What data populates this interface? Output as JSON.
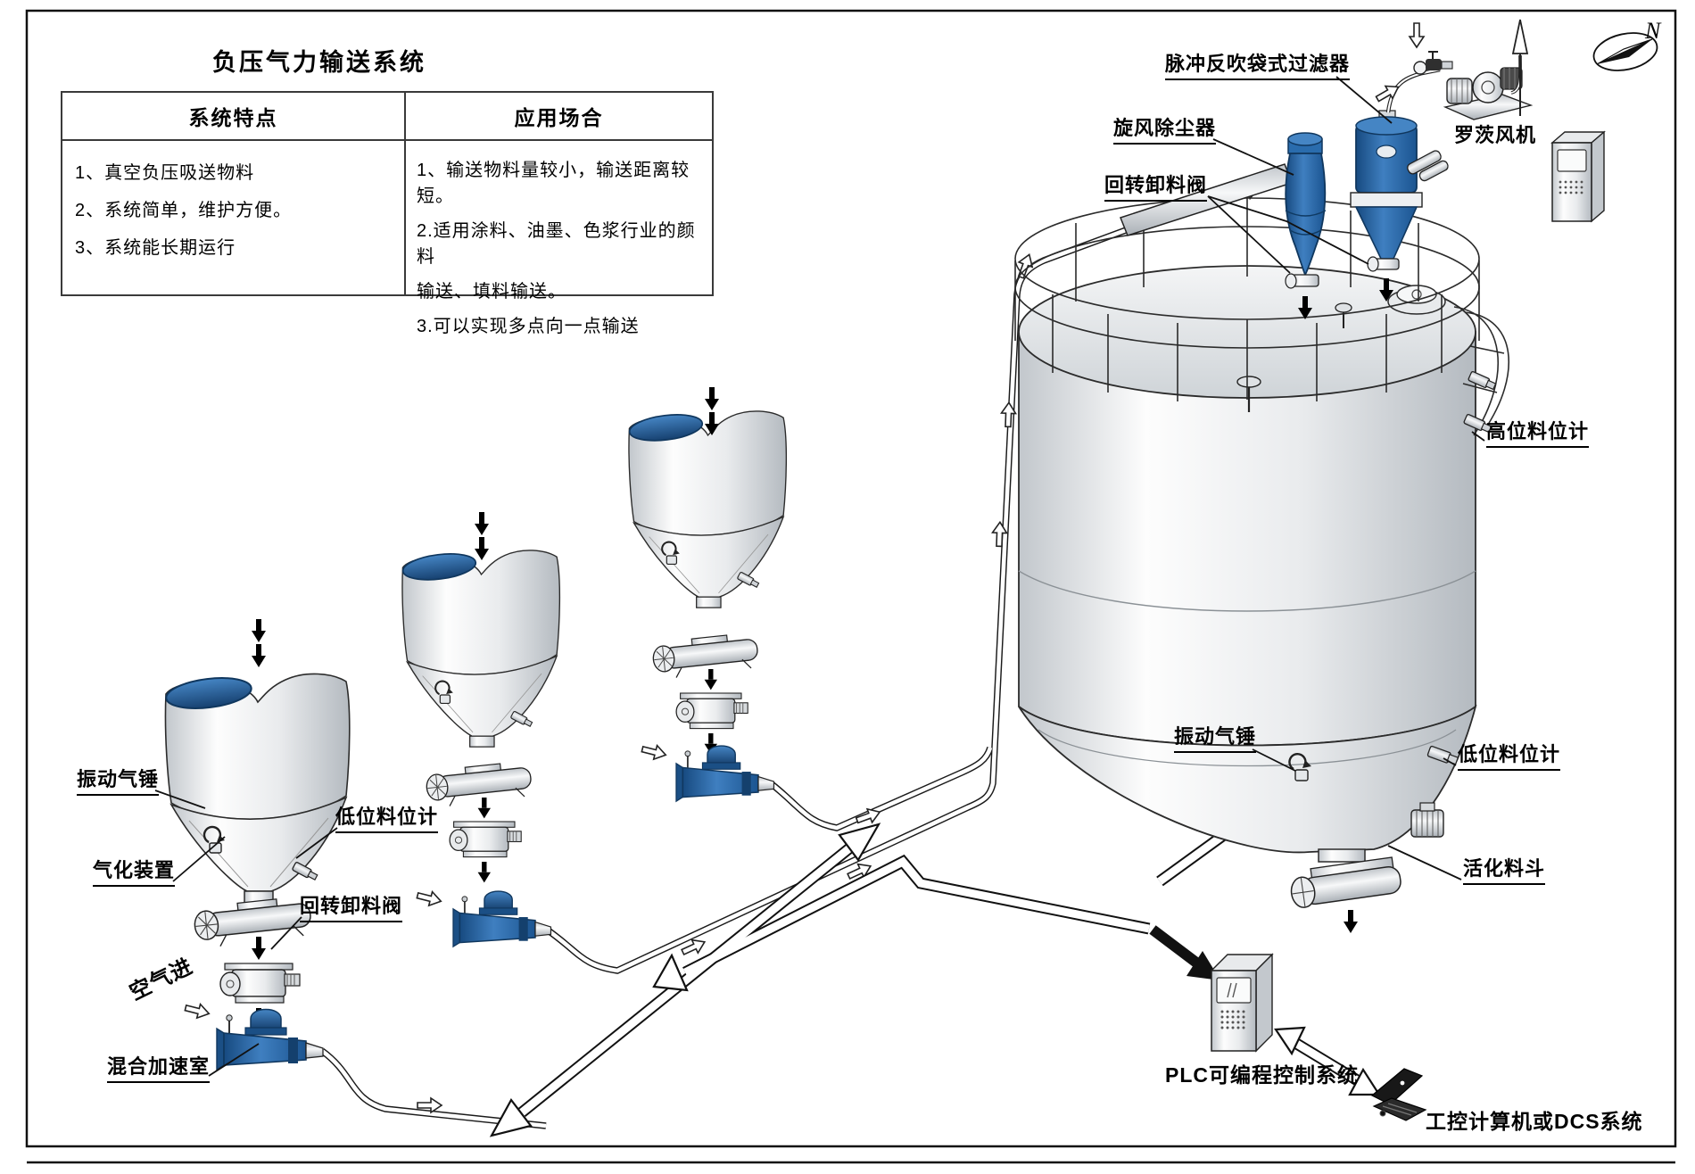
{
  "title": "负压气力输送系统",
  "table": {
    "headers": [
      "系统特点",
      "应用场合"
    ],
    "features": [
      "1、真空负压吸送物料",
      "2、系统简单，维护方便。",
      "3、系统能长期运行"
    ],
    "applications": [
      "1、输送物料量较小，输送距离较短。",
      "2.适用涂料、油墨、色浆行业的颜料",
      "输送、填料输送。",
      "3.可以实现多点向一点输送"
    ]
  },
  "labels": {
    "vibration_hammer_left": "振动气锤",
    "gasification_device": "气化装置",
    "low_level_indicator_left": "低位料位计",
    "rotary_valve_left": "回转卸料阀",
    "air_in": "空气进",
    "mixing_chamber": "混合加速室",
    "pulse_bag_filter": "脉冲反吹袋式过滤器",
    "cyclone": "旋风除尘器",
    "rotary_valve_right": "回转卸料阀",
    "roots_blower": "罗茨风机",
    "high_level_indicator": "高位料位计",
    "vibration_hammer_right": "振动气锤",
    "low_level_indicator_right": "低位料位计",
    "activation_hopper": "活化料斗",
    "plc": "PLC可编程控制系统",
    "computer": "工控计算机或DCS系统",
    "compass_n": "N"
  },
  "colors": {
    "equipment_blue": "#2a6cad",
    "equipment_blue_dark": "#1b4f85",
    "line": "#1a1a1a"
  }
}
